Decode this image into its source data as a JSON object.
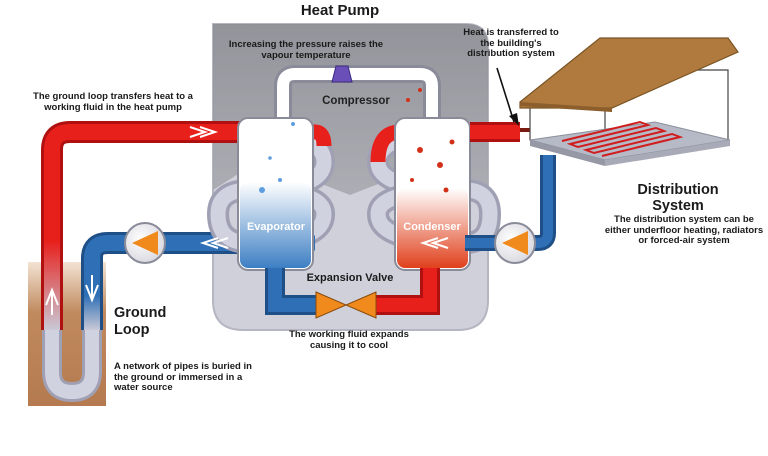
{
  "heat_pump": {
    "title": "Heat Pump",
    "compressor_label": "Compressor",
    "compressor_note": "Increasing the pressure raises the vapour temperature",
    "evaporator_label": "Evaporator",
    "condenser_label": "Condenser",
    "expansion_valve_label": "Expansion Valve",
    "expansion_note": "The working fluid expands causing it to cool"
  },
  "ground_loop": {
    "title": "Ground Loop",
    "transfer_note": "The ground loop transfers heat to a working fluid in the heat pump",
    "description": "A network of pipes is buried in the ground or immersed in a water source"
  },
  "distribution": {
    "title": "Distribution System",
    "transfer_note": "Heat is transferred to the building's distribution system",
    "description": "The distribution system can be either underfloor heating, radiators or forced-air system"
  },
  "colors": {
    "hot": "#e8201c",
    "cold": "#2e6fb5",
    "pump_body": "#c9cbd6",
    "pump_shell": "#8f8f96",
    "ground": "#b97f55",
    "roof": "#b07a3e"
  }
}
